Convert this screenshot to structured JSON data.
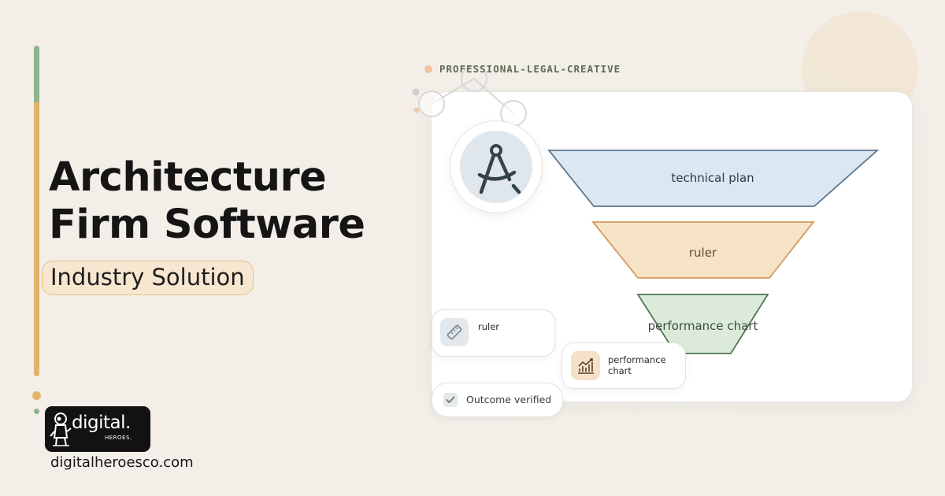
{
  "hero": {
    "title_line1": "Architecture",
    "title_line2": "Firm Software",
    "subtitle": "Industry Solution"
  },
  "brand": {
    "logo_text": "digital.",
    "logo_sub": "HEROES.",
    "website": "digitalheroesco.com"
  },
  "tagline": "PROFESSIONAL-LEGAL-CREATIVE",
  "funnel": {
    "stages": [
      {
        "label": "technical plan"
      },
      {
        "label": "ruler"
      },
      {
        "label": "performance chart"
      }
    ]
  },
  "chips": {
    "ruler": {
      "label": "ruler",
      "icon": "ruler-icon"
    },
    "performance": {
      "label_line1": "performance",
      "label_line2": "chart",
      "icon": "chart-icon"
    },
    "outcome": {
      "label": "Outcome verified",
      "icon": "check-icon"
    }
  },
  "colors": {
    "accent_orange": "#e2b36c",
    "accent_green": "#8db38f",
    "stage1_fill": "#dce8f1",
    "stage2_fill": "#f6e2c6",
    "stage3_fill": "#dcebd9"
  }
}
